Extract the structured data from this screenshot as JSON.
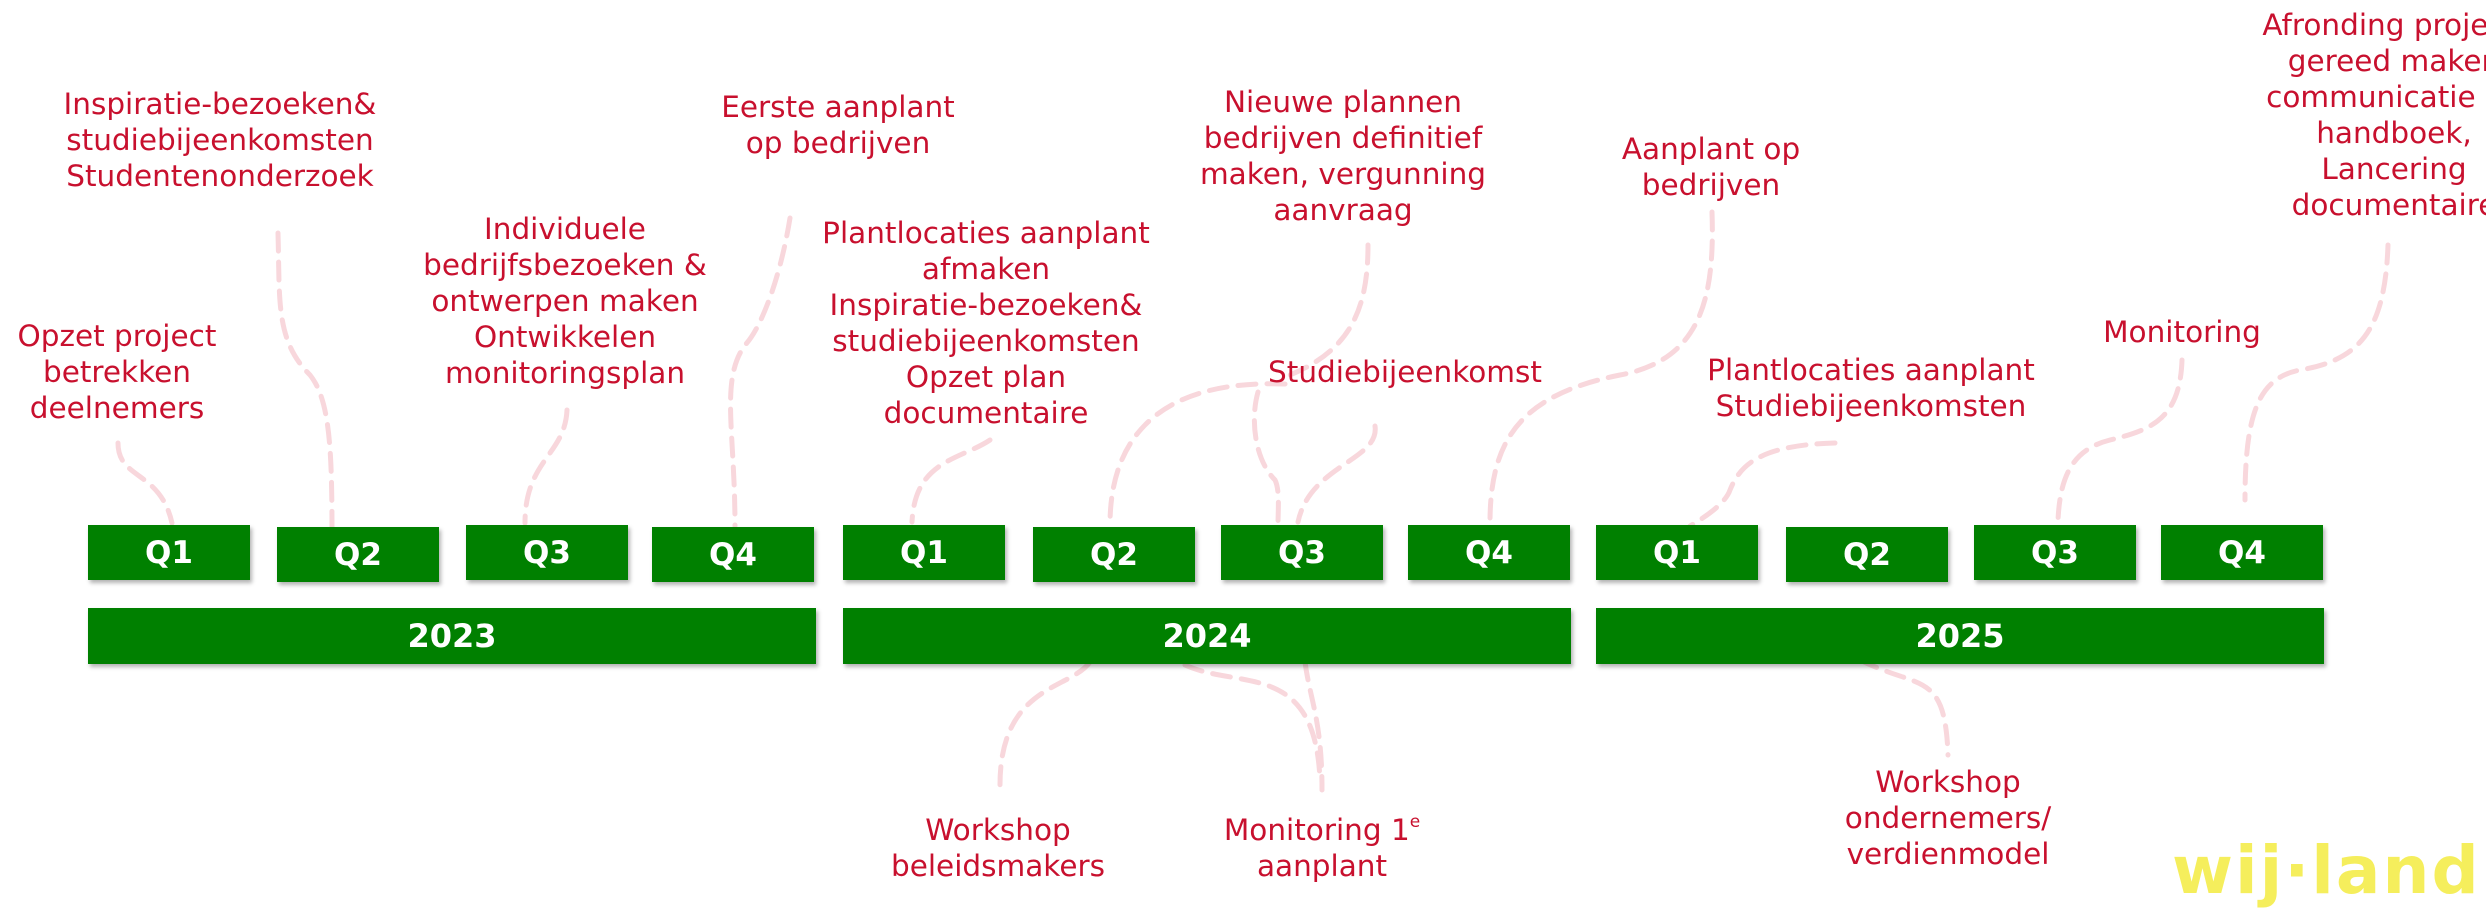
{
  "years": [
    "2023",
    "2024",
    "2025"
  ],
  "quarters": [
    "Q1",
    "Q2",
    "Q3",
    "Q4",
    "Q1",
    "Q2",
    "Q3",
    "Q4",
    "Q1",
    "Q2",
    "Q3",
    "Q4"
  ],
  "annotations": {
    "opzet": "Opzet project\nbetrekken\ndeelnemers",
    "inspiratie_2023": "Inspiratie-bezoeken&\nstudiebijeenkomsten\nStudentenonderzoek",
    "individuele": "Individuele\nbedrijfsbezoeken &\nontwerpen maken\nOntwikkelen\nmonitoringsplan",
    "eerste_aanplant": "Eerste aanplant\nop bedrijven",
    "plantlocaties_2024": "Plantlocaties aanplant\nafmaken\nInspiratie-bezoeken&\nstudiebijeenkomsten\nOpzet plan\ndocumentaire",
    "nieuwe_plannen": "Nieuwe plannen\nbedrijven definitief\nmaken, vergunning\naanvraag",
    "studiebijeenkomst": "Studiebijeenkomst",
    "aanplant_op_bedrijven": "Aanplant op\nbedrijven",
    "plantlocaties_2025": "Plantlocaties aanplant\nStudiebijeenkomsten",
    "monitoring": "Monitoring",
    "afronding": "Afronding project,\ngereed maken\ncommunicatie en\nhandboek,\nLancering\ndocumentaire",
    "workshop_beleid": "Workshop\nbeleidsmakers",
    "monitoring_1e_line1": "Monitoring 1",
    "monitoring_1e_sup": "e",
    "monitoring_1e_line2": "aanplant",
    "workshop_ondernemers": "Workshop\nondernemers/\nverdienmodel"
  },
  "logo_text": "wij·land",
  "colors": {
    "bar": "#008000",
    "annotation_text": "#c8102e",
    "connector": "#f8d7dc",
    "logo": "#f5ee5c"
  }
}
